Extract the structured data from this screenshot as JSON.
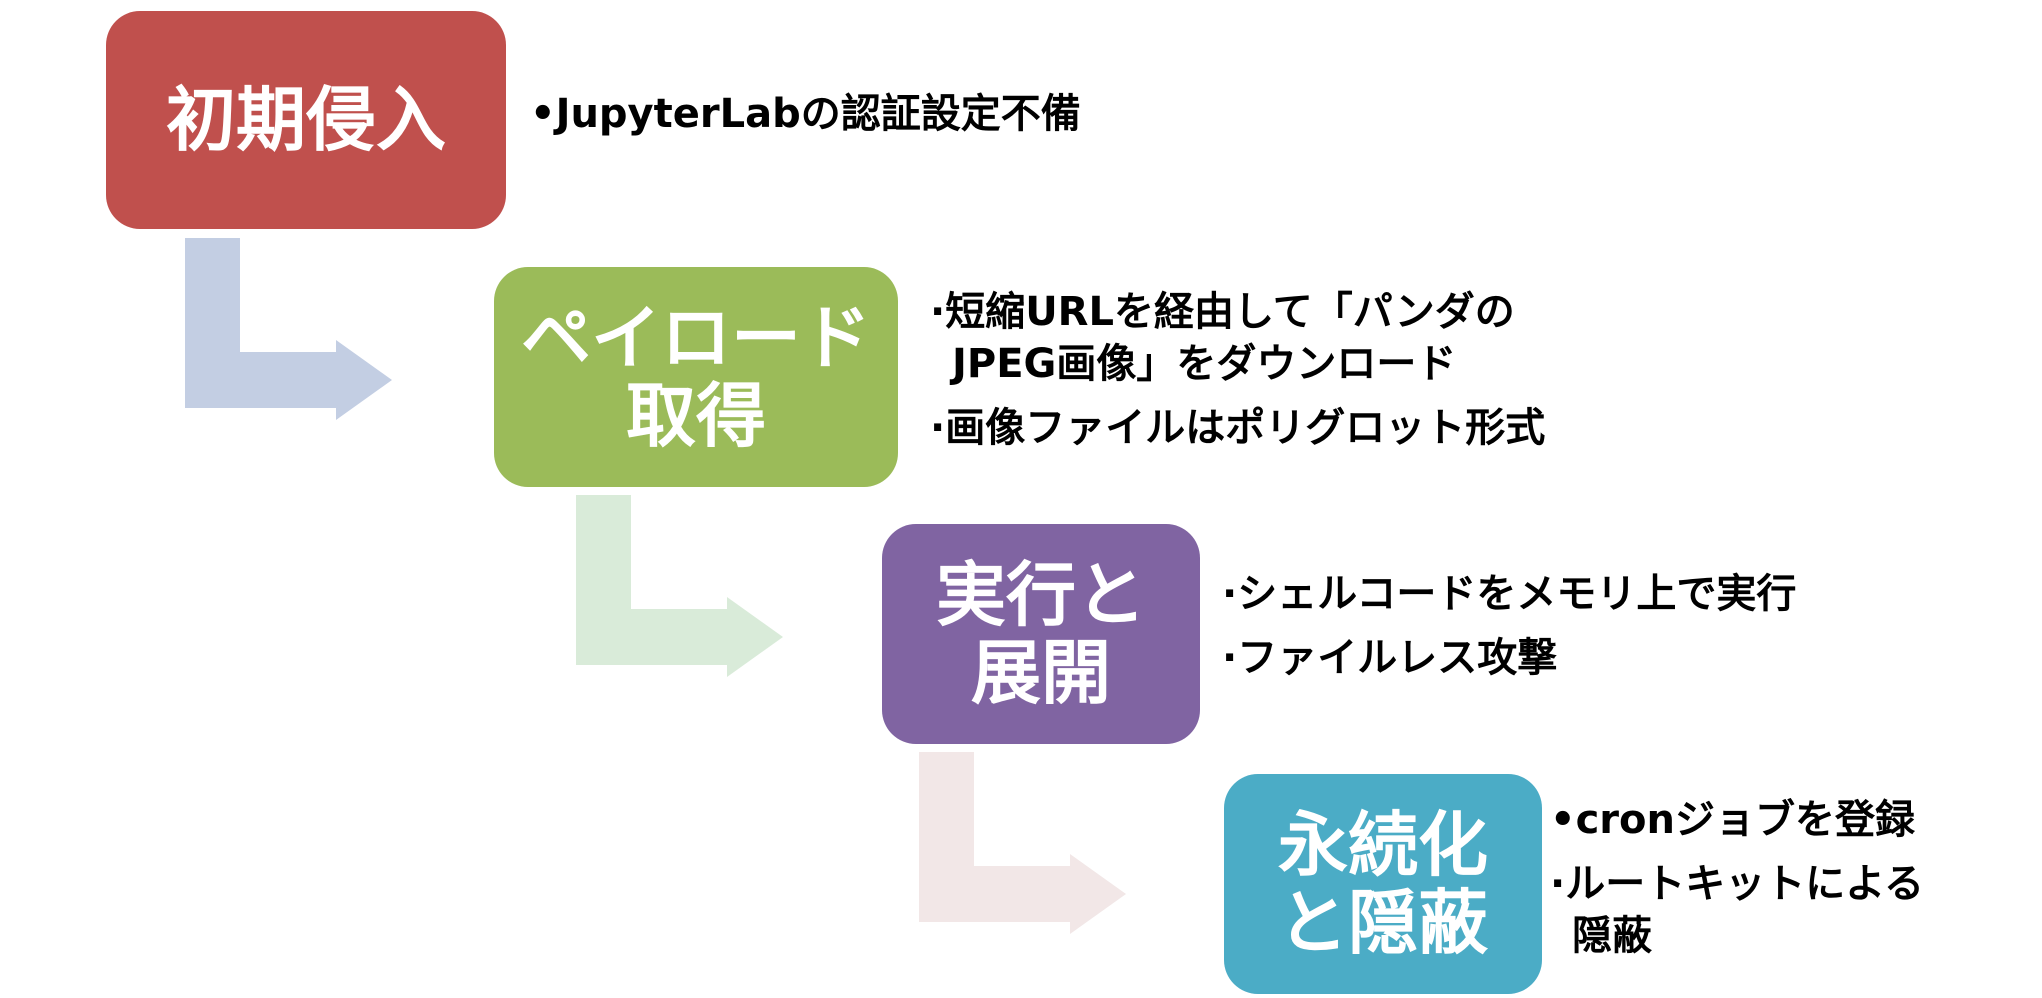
{
  "stages": [
    {
      "id": "initial-access",
      "title_lines": [
        "初期侵入"
      ],
      "color": "#C0504D",
      "bullets": [
        {
          "lines": [
            "•JupyterLabの認証設定不備"
          ]
        }
      ]
    },
    {
      "id": "payload-retrieval",
      "title_lines": [
        "ペイロード",
        "取得"
      ],
      "color": "#9BBB59",
      "bullets": [
        {
          "lines": [
            "·短縮URLを経由して「パンダの",
            "JPEG画像」をダウンロード"
          ]
        },
        {
          "lines": [
            "·画像ファイルはポリグロット形式"
          ]
        }
      ]
    },
    {
      "id": "execution-deployment",
      "title_lines": [
        "実行と",
        "展開"
      ],
      "color": "#8064A2",
      "bullets": [
        {
          "lines": [
            "·シェルコードをメモリ上で実行"
          ]
        },
        {
          "lines": [
            "·ファイルレス攻撃"
          ]
        }
      ]
    },
    {
      "id": "persistence-concealment",
      "title_lines": [
        "永続化",
        "と隠蔽"
      ],
      "color": "#4BACC6",
      "bullets": [
        {
          "lines": [
            "•cronジョブを登録"
          ]
        },
        {
          "lines": [
            "·ルートキットによる",
            "隠蔽"
          ]
        }
      ]
    }
  ],
  "arrow_colors": [
    "#C3CEE3",
    "#D9EBD9",
    "#F2E7E7"
  ]
}
